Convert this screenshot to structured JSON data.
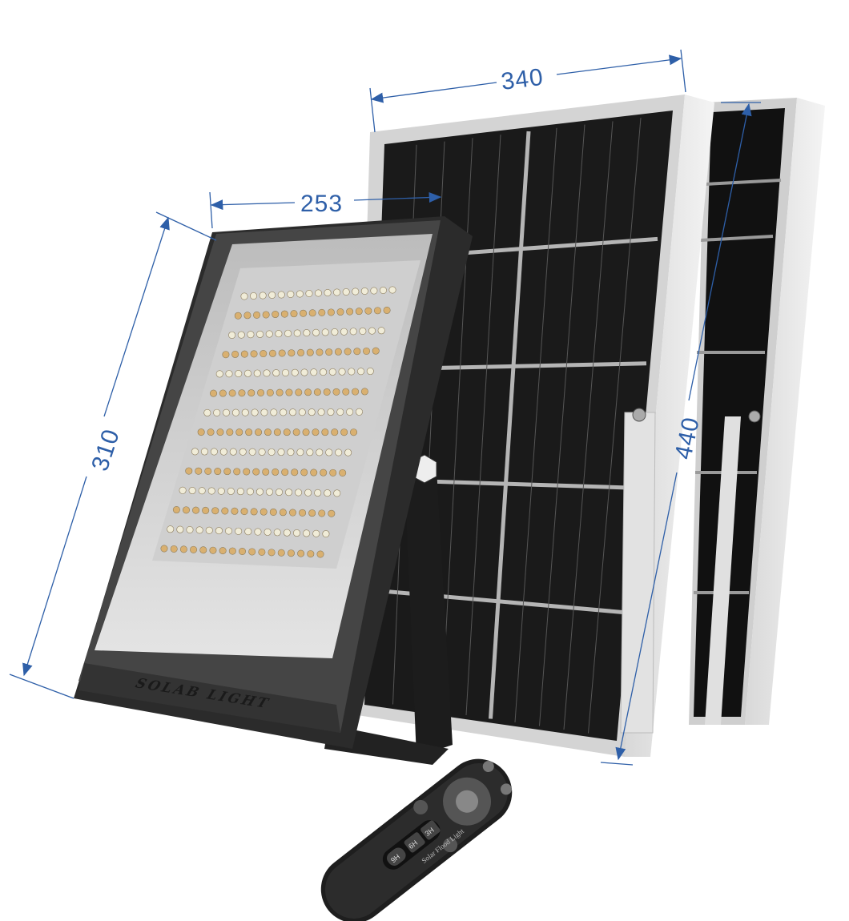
{
  "product": {
    "logo_text": "SOLAB LIGHT",
    "remote": {
      "brand_text": "Solar Flood Light",
      "timer_buttons": [
        "3H",
        "6H",
        "9H"
      ]
    }
  },
  "dimensions": {
    "panel_width": "340",
    "light_width": "253",
    "light_height": "310",
    "panel_height": "440",
    "color": "#2e5fa8"
  }
}
